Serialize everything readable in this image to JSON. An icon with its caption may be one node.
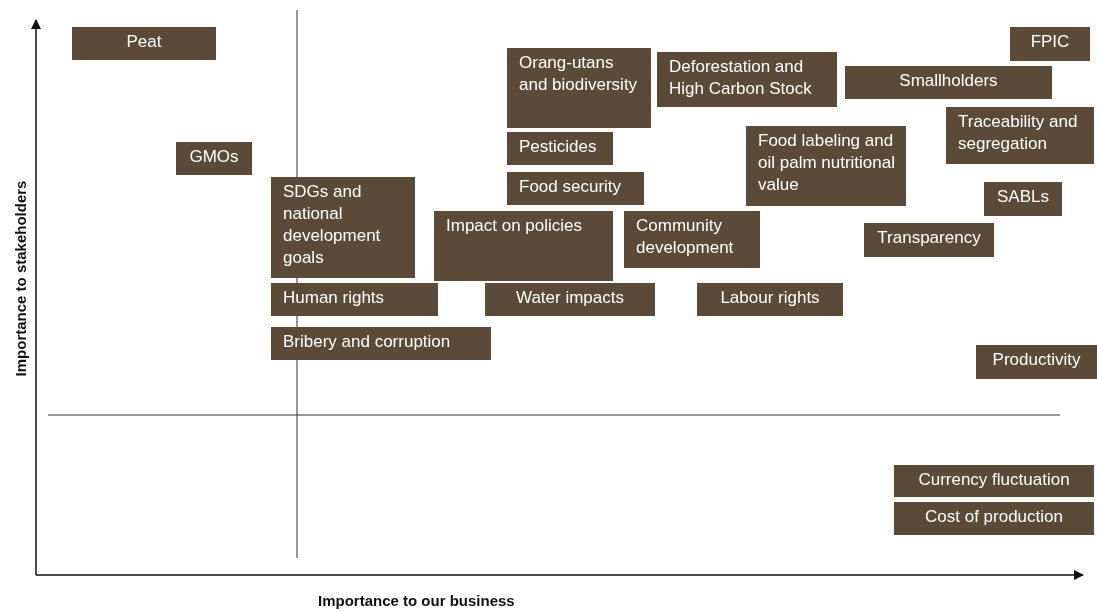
{
  "diagram": {
    "nodes": [
      {
        "text": [
          "Peat"
        ]
      },
      {
        "text": [
          "GMOs"
        ]
      },
      {
        "text": [
          "SDGs and national development goals"
        ]
      },
      {
        "text": [
          "Human rights"
        ]
      },
      {
        "text": [
          "Bribery and corruption"
        ]
      },
      {
        "text": [
          "Orang-utans and biodiversity"
        ]
      },
      {
        "text": [
          "Pesticides"
        ]
      },
      {
        "text": [
          "Food security"
        ]
      },
      {
        "text": [
          "Impact on policies"
        ]
      },
      {
        "text": [
          "Water impacts"
        ]
      },
      {
        "text": [
          "Deforestation and High Carbon Stock"
        ]
      },
      {
        "text": [
          "Community development"
        ]
      },
      {
        "text": [
          "Labour rights"
        ]
      },
      {
        "text": [
          "Food labeling and oil palm nutritional value"
        ]
      },
      {
        "text": [
          "Smallholders"
        ]
      },
      {
        "text": [
          "FPIC"
        ]
      },
      {
        "text": [
          "Traceability and segregation"
        ]
      },
      {
        "text": [
          "SABLs"
        ]
      },
      {
        "text": [
          "Transparency"
        ]
      },
      {
        "text": [
          "Productivity"
        ]
      },
      {
        "text": [
          "Currency fluctuation"
        ]
      },
      {
        "text": [
          "Cost of production"
        ]
      }
    ],
    "edges": [],
    "labels": [
      "Importance to stakeholders",
      "Importance to our business"
    ]
  }
}
